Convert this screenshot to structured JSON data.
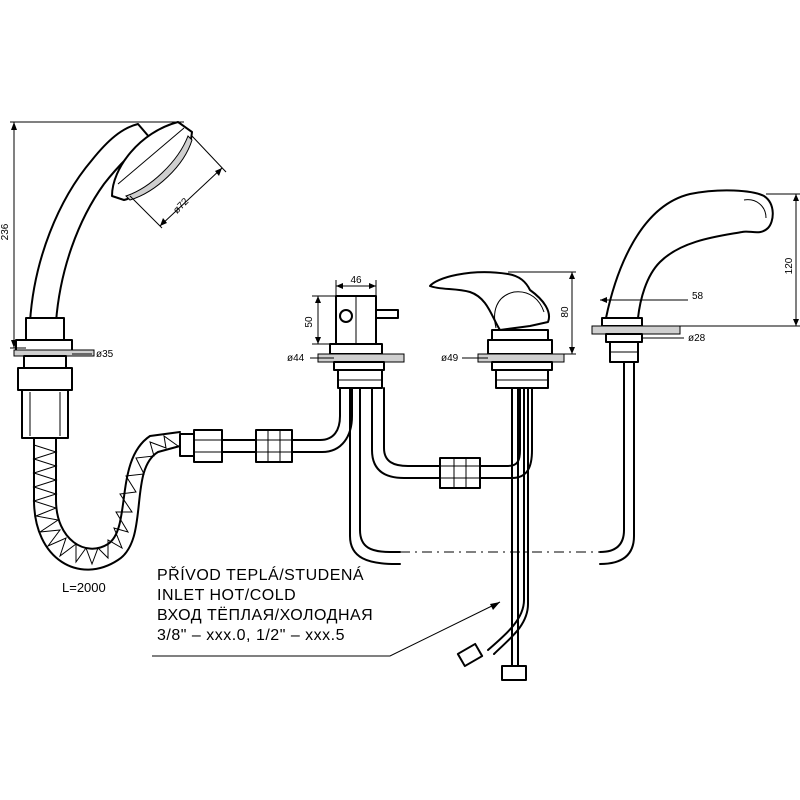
{
  "dimensions": {
    "hand_shower_height": "236",
    "head_diameter": "ø72",
    "shower_holder_diameter": "ø35",
    "diverter_width": "46",
    "diverter_height": "50",
    "diverter_base_diameter": "ø44",
    "mixer_height": "80",
    "mixer_base_diameter": "ø49",
    "spout_height": "120",
    "spout_base_width": "58",
    "spout_pipe_diameter": "ø28",
    "hose_length": "L=2000"
  },
  "inlet_note": {
    "line1": "PŘÍVOD TEPLÁ/STUDENÁ",
    "line2": "INLET HOT/COLD",
    "line3": "ВХОД ТЁПЛАЯ/ХОЛОДНАЯ",
    "line4": "3/8\" – xxx.0, 1/2\" – xxx.5"
  }
}
